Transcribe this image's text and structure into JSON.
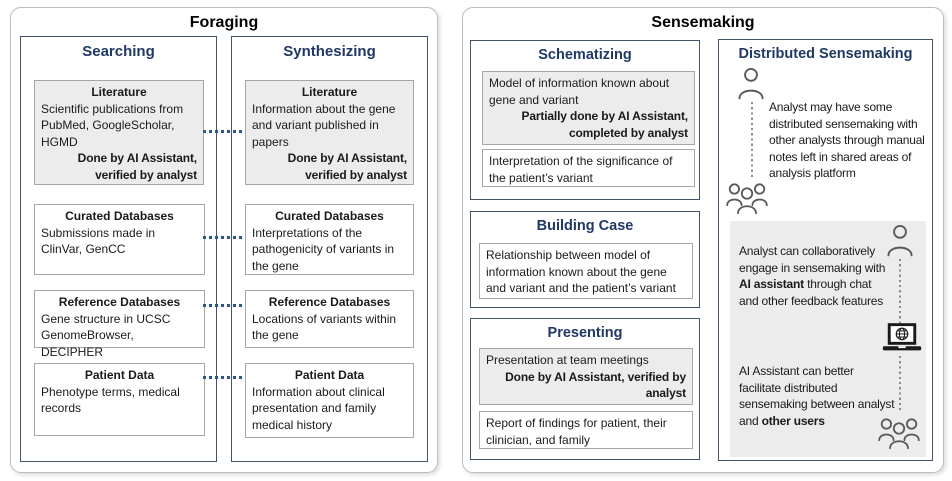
{
  "foraging": {
    "title": "Foraging",
    "searching": {
      "title": "Searching",
      "boxes": [
        {
          "title": "Literature",
          "body": "Scientific publications from PubMed, GoogleScholar, HGMD",
          "note": "Done by AI Assistant, verified by analyst"
        },
        {
          "title": "Curated Databases",
          "body": "Submissions made in ClinVar, GenCC"
        },
        {
          "title": "Reference Databases",
          "body": "Gene structure in UCSC GenomeBrowser, DECIPHER"
        },
        {
          "title": "Patient Data",
          "body": "Phenotype terms, medical records"
        }
      ]
    },
    "synthesizing": {
      "title": "Synthesizing",
      "boxes": [
        {
          "title": "Literature",
          "body": "Information about the gene and variant published in papers",
          "note": "Done by AI Assistant, verified by analyst"
        },
        {
          "title": "Curated Databases",
          "body": "Interpretations of the pathogenicity of variants in the gene"
        },
        {
          "title": "Reference Databases",
          "body": "Locations of variants within the gene"
        },
        {
          "title": "Patient Data",
          "body": "Information about clinical presentation and family medical history"
        }
      ]
    }
  },
  "sensemaking": {
    "title": "Sensemaking",
    "schematizing": {
      "title": "Schematizing",
      "boxes": [
        {
          "body": "Model of information known about gene and variant",
          "note": "Partially done by AI Assistant, completed by analyst"
        },
        {
          "body": "Interpretation of the significance of the patient’s variant"
        }
      ]
    },
    "building_case": {
      "title": "Building Case",
      "boxes": [
        {
          "body": "Relationship between model of information known about the gene and variant and the patient’s variant"
        }
      ]
    },
    "presenting": {
      "title": "Presenting",
      "boxes": [
        {
          "body": "Presentation at team meetings",
          "note": "Done by AI Assistant, verified by analyst"
        },
        {
          "body": "Report of findings for patient, their clinician, and family"
        }
      ]
    },
    "distributed": {
      "title": "Distributed Sensemaking",
      "manual_note": "Analyst may have some distributed sensemaking with other analysts through manual notes left in shared areas of analysis platform",
      "collab": {
        "pre": "Analyst can collaboratively engage in sensemaking with ",
        "bold": "AI assistant",
        "post": " through chat and other feedback features"
      },
      "facilitate": {
        "pre": "AI Assistant can better facilitate distributed sensemaking between analyst and ",
        "bold": "other users"
      }
    }
  },
  "icons": {
    "analyst": "person-outline-icon",
    "analysts_group": "people-group-icon",
    "laptop": "laptop-globe-icon"
  },
  "colors": {
    "heading_navy": "#1F3864",
    "column_border": "#44546A",
    "connector_navy": "#2F5496",
    "box_border": "#A6A6A6",
    "shaded_fill": "#ECECEC",
    "panel_border": "#BDBDBD",
    "icon_gray": "#595959"
  }
}
